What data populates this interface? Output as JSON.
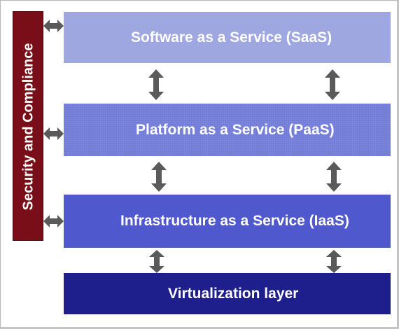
{
  "sidebar": {
    "label": "Security and Compliance",
    "color": "#7a0e18"
  },
  "layers": [
    {
      "label": "Software as a Service (SaaS)",
      "color": "#9fa7e0"
    },
    {
      "label": "Platform as a Service (PaaS)",
      "color": "#6e79d7"
    },
    {
      "label": "Infrastructure as a Service (IaaS)",
      "color": "#4f58cc"
    },
    {
      "label": "Virtualization layer",
      "color": "#1e1e8c"
    }
  ],
  "arrow_color": "#5a5a5a"
}
